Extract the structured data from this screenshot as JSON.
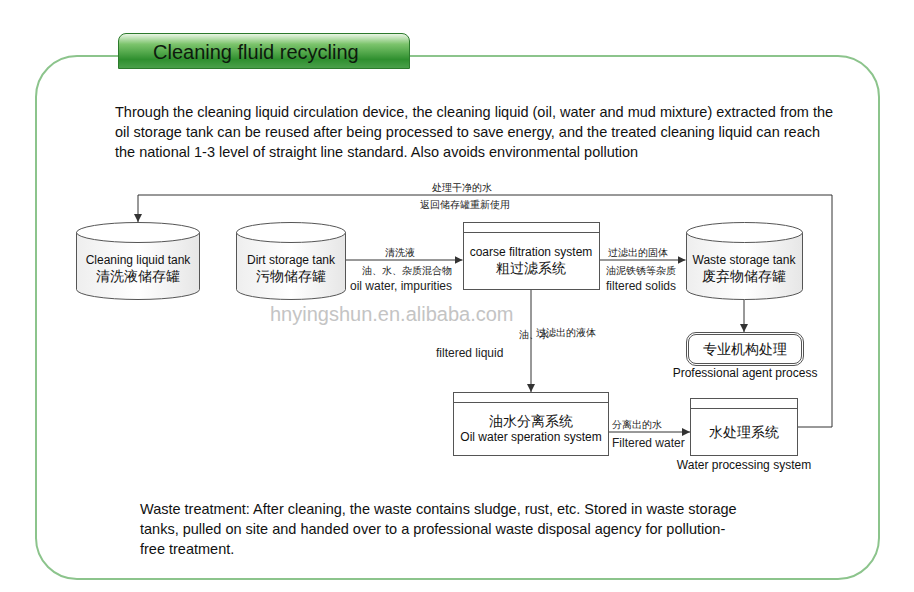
{
  "diagram": {
    "title": "Cleaning fluid recycling",
    "nodes": [
      {
        "text": [
          "Through the cleaning liquid circulation device, the cleaning liquid (oil, water and mud mixture) extracted from the oil storage tank can be reused after being processed to save energy, and the treated cleaning liquid can reach the national 1-3 level of straight line standard. Also avoids environmental pollution",
          "Waste treatment: After cleaning, the waste contains sludge, rust, etc. Stored in waste storage tanks, pulled on site and handed over to a professional waste disposal agency for pollution-free treatment."
        ]
      },
      {
        "text": [
          "Cleaning liquid tank",
          "清洗液储存罐"
        ],
        "in": 0
      },
      {
        "text": [
          "Dirt storage tank",
          "污物储存罐"
        ],
        "in": 0
      },
      {
        "text": [
          "coarse filtration system",
          "粗过滤系统"
        ],
        "in": 0
      },
      {
        "text": [
          "Waste storage tank",
          "废弃物储存罐"
        ],
        "in": 0
      },
      {
        "text": [
          "专业机构处理",
          "Professional agent process"
        ],
        "in": 0
      },
      {
        "text": [
          "油水分离系统",
          "Oil water speration system"
        ],
        "in": 0
      },
      {
        "text": [
          "水处理系统",
          "Water processing system"
        ],
        "in": 0
      }
    ],
    "edges": [
      {
        "from": 2,
        "to": 3,
        "arrow": "to",
        "label": "清洗液"
      },
      {
        "from": 3,
        "to": 4,
        "arrow": "to",
        "label": "过滤出的固体"
      },
      {
        "from": 4,
        "to": 5,
        "arrow": "to"
      },
      {
        "from": 3,
        "to": 6,
        "arrow": "to",
        "label": "过滤出的液体"
      },
      {
        "from": 6,
        "to": 7,
        "arrow": "to",
        "label": "分离出的水"
      },
      {
        "from": 7,
        "to": 1,
        "arrow": "to",
        "label": "处理干净的水"
      }
    ],
    "labels": [
      "油、水、杂质混合物",
      "oil water, impurities",
      "油泥铁锈等杂质",
      "filtered solids",
      "hnyingshun.en.alibaba.com",
      "油、水",
      "filtered liquid",
      "Filtered water",
      "返回储存罐重新使用"
    ]
  }
}
